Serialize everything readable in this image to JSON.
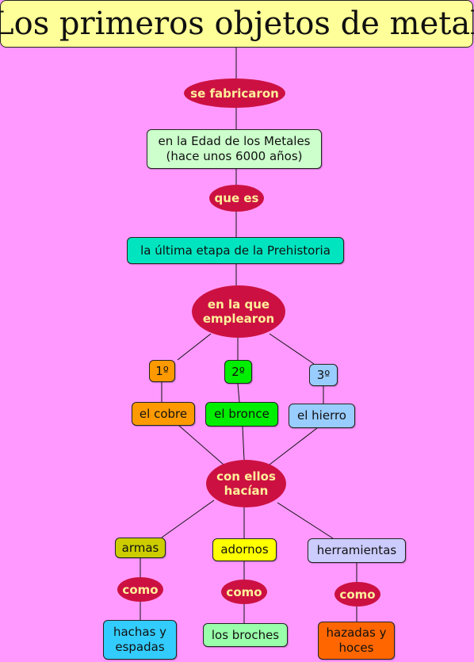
{
  "colors": {
    "background": "#ff99ff",
    "title_fill": "#ffff99",
    "linker_fill": "#cc1142",
    "linker_text": "#ffef9a",
    "light_green": "#ccffcc",
    "teal": "#00e5c0",
    "orange": "#ff9900",
    "green": "#00ee00",
    "light_blue": "#99ccff",
    "olive": "#cccc00",
    "yellow": "#ffff00",
    "lavender": "#ccccff",
    "cyan": "#33ccff",
    "pale_green": "#99ffaa",
    "dark_orange": "#ff6600"
  },
  "title": "Los primeros objetos de metal",
  "linkers": {
    "se_fabricaron": "se fabricaron",
    "que_es": "que es",
    "en_la_que_emplearon_1": "en la que",
    "en_la_que_emplearon_2": "emplearon",
    "con_ellos_1": "con ellos",
    "con_ellos_2": "hacían",
    "como_1": "como",
    "como_2": "como",
    "como_3": "como"
  },
  "concepts": {
    "edad_metales_1": "en la Edad de los Metales",
    "edad_metales_2": "(hace unos 6000 años)",
    "prehistoria": "la última etapa de la Prehistoria",
    "primero": "1º",
    "segundo": "2º",
    "tercero": "3º",
    "cobre": "el cobre",
    "bronce": "el bronce",
    "hierro": "el hierro",
    "armas": "armas",
    "adornos": "adornos",
    "herramientas": "herramientas",
    "hachas_1": "hachas y",
    "hachas_2": "espadas",
    "broches": "los broches",
    "hazadas_1": "hazadas y",
    "hazadas_2": "hoces"
  }
}
